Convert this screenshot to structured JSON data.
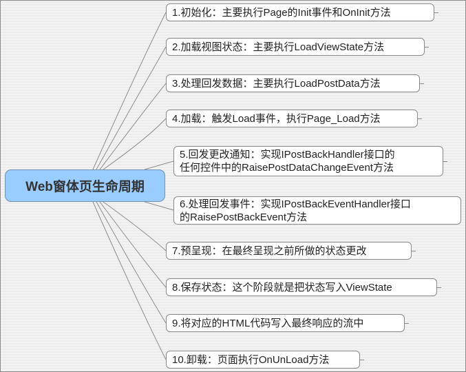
{
  "root": {
    "label": "Web窗体页生命周期",
    "color": "#99ccff"
  },
  "steps": [
    {
      "lines": [
        "1.初始化：主要执行Page的Init事件和OnInit方法"
      ]
    },
    {
      "lines": [
        "2.加载视图状态：主要执行LoadViewState方法"
      ]
    },
    {
      "lines": [
        "3.处理回发数据：主要执行LoadPostData方法"
      ]
    },
    {
      "lines": [
        "4.加载：触发Load事件，执行Page_Load方法"
      ]
    },
    {
      "lines": [
        "5.回发更改通知：实现IPostBackHandler接口的",
        "任何控件中的RaisePostDataChangeEvent方法"
      ]
    },
    {
      "lines": [
        "6.处理回发事件：实现IPostBackEventHandler接口",
        "的RaisePostBackEvent方法"
      ]
    },
    {
      "lines": [
        "7.预呈现：在最终呈现之前所做的状态更改"
      ]
    },
    {
      "lines": [
        "8.保存状态：这个阶段就是把状态写入ViewState"
      ]
    },
    {
      "lines": [
        "9.将对应的HTML代码写入最终响应的流中"
      ]
    },
    {
      "lines": [
        "10.卸载：页面执行OnUnLoad方法"
      ]
    }
  ]
}
